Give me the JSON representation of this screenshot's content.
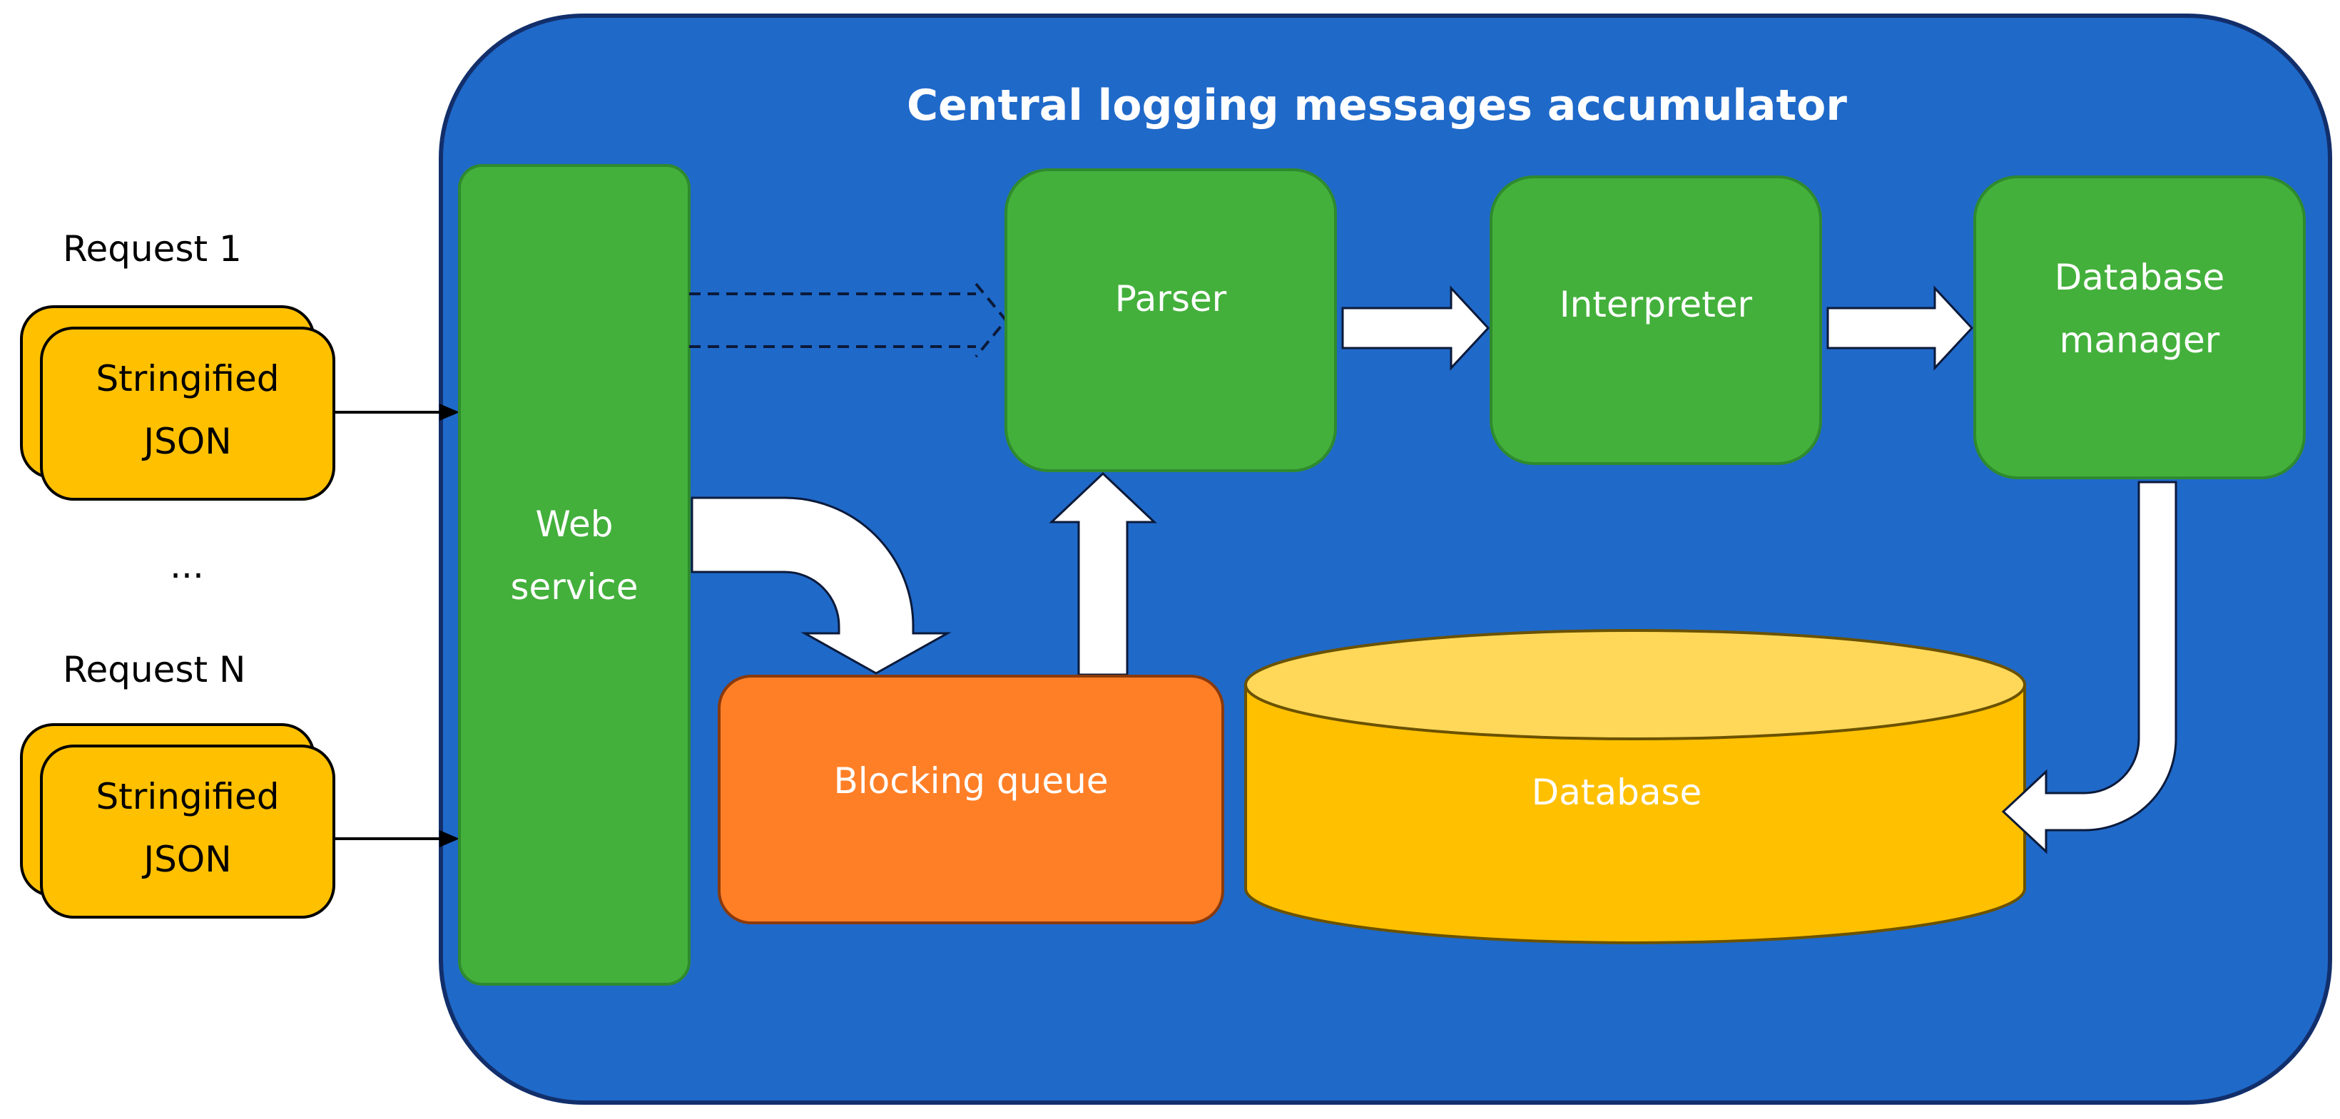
{
  "container": {
    "title": "Central logging messages accumulator"
  },
  "requests": {
    "request1_label": "Request 1",
    "requestN_label": "Request N",
    "ellipsis": "...",
    "doc_line1": "Stringified",
    "doc_line2": "JSON"
  },
  "components": {
    "web_service": {
      "line1": "Web",
      "line2": "service"
    },
    "parser": "Parser",
    "interpreter": "Interpreter",
    "database_manager": {
      "line1": "Database",
      "line2": "manager"
    },
    "blocking_queue": "Blocking queue",
    "database": "Database"
  },
  "colors": {
    "container": "#1f69c9",
    "container_border": "#122f6b",
    "component_green": "#43b03b",
    "green_border": "#2f8a2e",
    "queue_orange": "#ff7f27",
    "database_yellow": "#ffc000",
    "document_yellow": "#ffc000",
    "arrow_fill": "#ffffff"
  }
}
